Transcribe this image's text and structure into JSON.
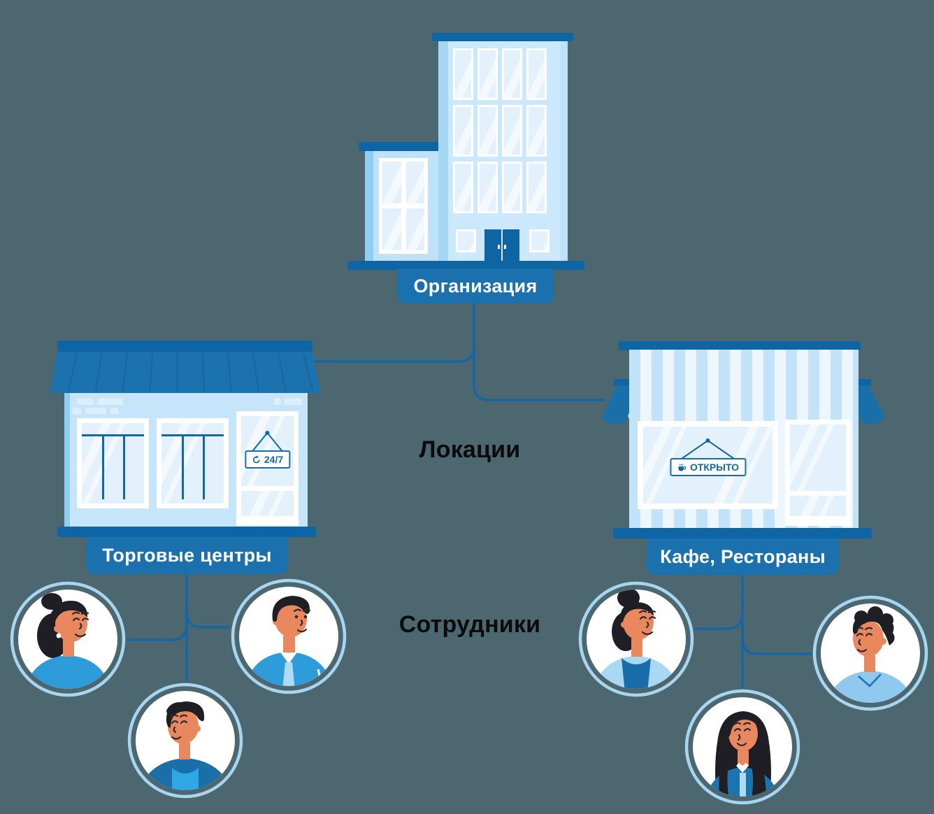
{
  "colors": {
    "background": "#4D6770",
    "primary_dark_blue": "#0E65A4",
    "plate_blue": "#1B71AD",
    "roof_blue": "#1C72AE",
    "connector_blue": "#1566A4",
    "wall_light_blue": "#C6E5FA",
    "glass_blue": "#E3F1FC",
    "avatar_ring_blue": "#A9D6EF"
  },
  "nodes": {
    "organization": {
      "label": "Организация"
    },
    "malls": {
      "label": "Торговые центры",
      "sign": "24/7"
    },
    "cafes": {
      "label": "Кафе, Рестораны",
      "sign": "ОТКРЫТО"
    }
  },
  "sections": {
    "locations": "Локации",
    "employees": "Сотрудники"
  },
  "avatars": {
    "malls_employees_count": 3,
    "cafes_employees_count": 3
  }
}
